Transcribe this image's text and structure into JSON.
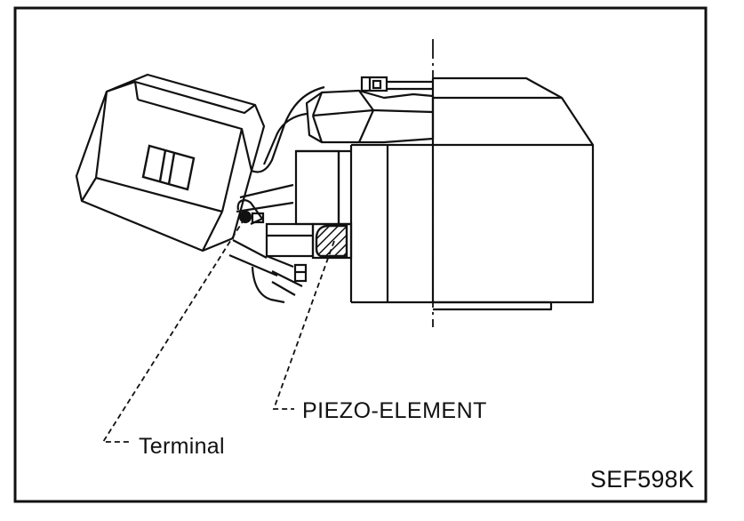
{
  "labels": {
    "piezo_element": "PIEZO-ELEMENT",
    "terminal": "Terminal",
    "figure_code": "SEF598K"
  },
  "colors": {
    "ink": "#111111",
    "paper": "#ffffff",
    "hatch": "#111111"
  }
}
